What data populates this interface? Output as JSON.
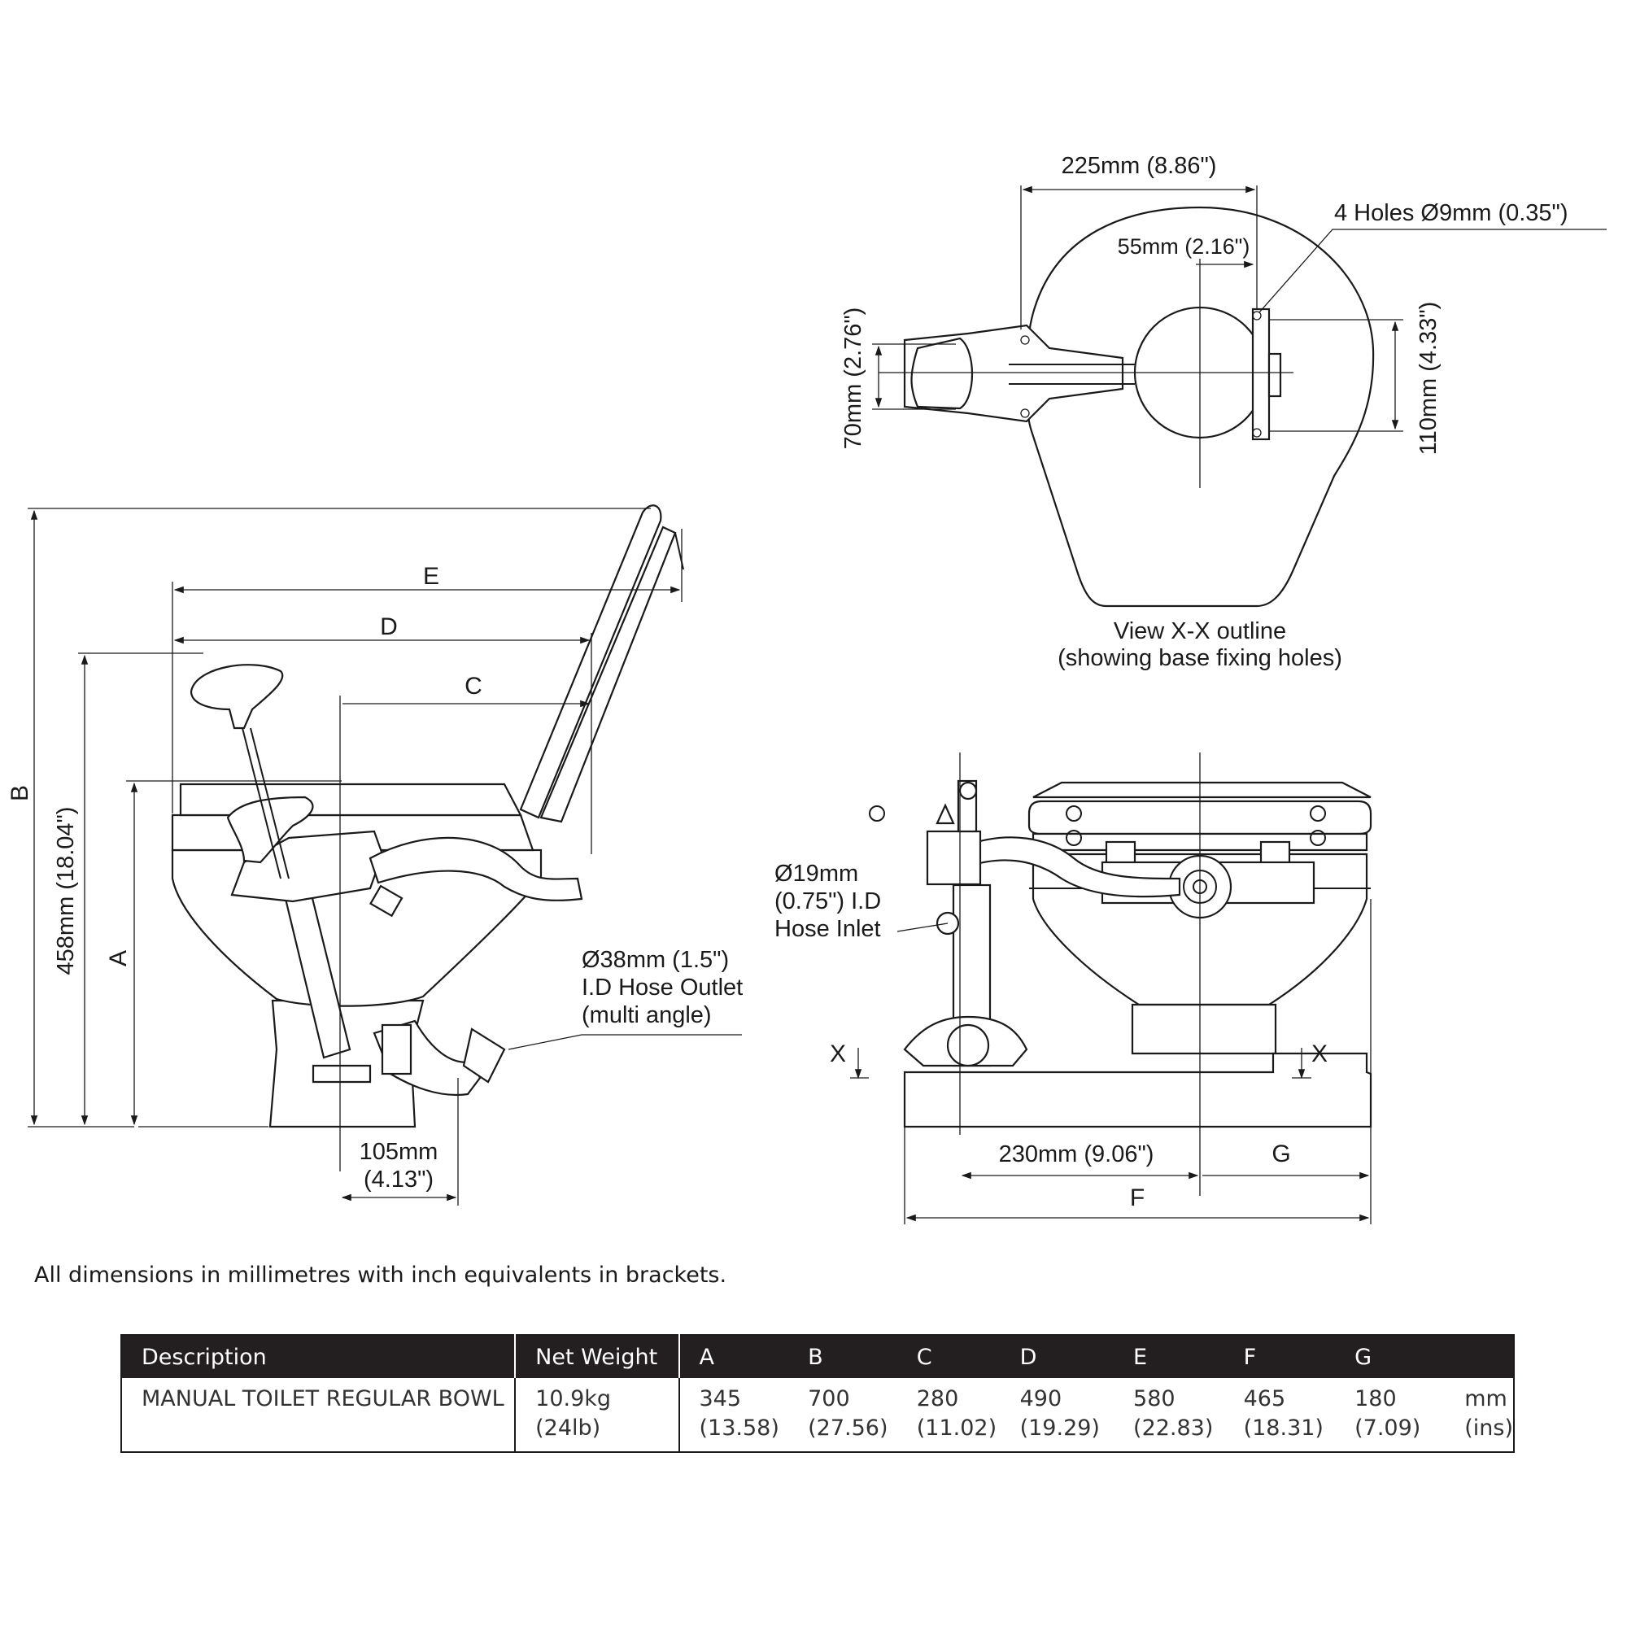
{
  "labels": {
    "top_width": "225mm (8.86\")",
    "holes": "4 Holes Ø9mm (0.35\")",
    "hole_offset": "55mm (2.16\")",
    "left_height": "70mm (2.76\")",
    "right_height": "110mm (4.33\")",
    "view_caption_1": "View X-X outline",
    "view_caption_2": "(showing base fixing holes)",
    "overall_height": "458mm (18.04\")",
    "outlet_1": "Ø38mm (1.5\")",
    "outlet_2": "I.D Hose Outlet",
    "outlet_3": "(multi angle)",
    "inlet_1": "Ø19mm",
    "inlet_2": "(0.75\") I.D",
    "inlet_3": "Hose Inlet",
    "base_offset_1": "105mm",
    "base_offset_2": "(4.13\")",
    "base_span": "230mm (9.06\")",
    "letter_a": "A",
    "letter_b": "B",
    "letter_c": "C",
    "letter_d": "D",
    "letter_e": "E",
    "letter_f": "F",
    "letter_g": "G",
    "section_x_left": "X",
    "section_x_right": "X"
  },
  "footnote": "All dimensions in millimetres with inch equivalents in brackets.",
  "table": {
    "headers": [
      "Description",
      "Net Weight",
      "A",
      "B",
      "C",
      "D",
      "E",
      "F",
      "G",
      ""
    ],
    "row": {
      "description": "MANUAL TOILET REGULAR BOWL",
      "weight_kg": "10.9kg",
      "weight_lb": "(24lb)",
      "values_mm": [
        "345",
        "700",
        "280",
        "490",
        "580",
        "465",
        "180"
      ],
      "values_in": [
        "(13.58)",
        "(27.56)",
        "(11.02)",
        "(19.29)",
        "(22.83)",
        "(18.31)",
        "(7.09)"
      ],
      "unit_mm": "mm",
      "unit_in": "(ins)"
    }
  }
}
